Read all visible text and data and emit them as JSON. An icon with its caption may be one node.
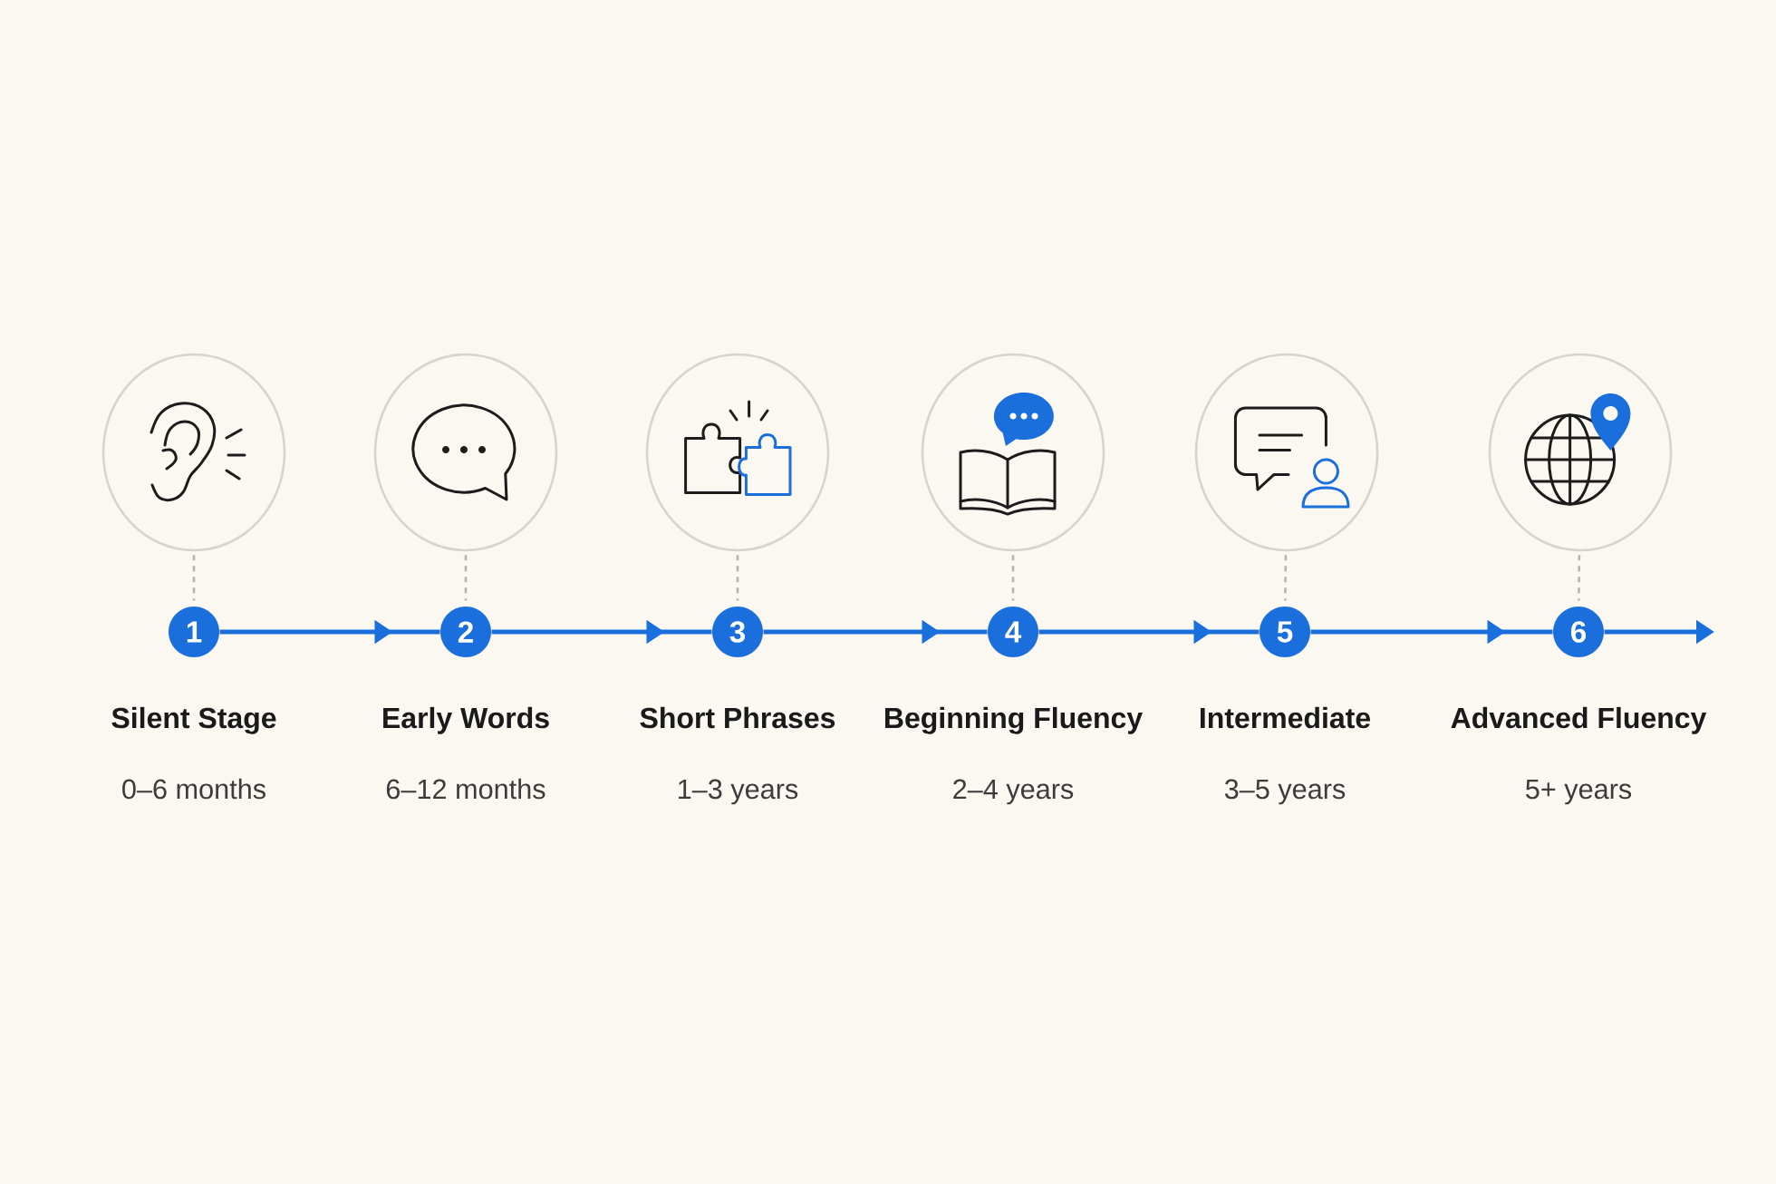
{
  "diagram": {
    "nodes": [
      {
        "text": [],
        "shape": "circle"
      },
      {
        "text": [],
        "shape": "circle"
      },
      {
        "text": [],
        "shape": "circle"
      },
      {
        "text": [],
        "shape": "circle"
      },
      {
        "text": [],
        "shape": "circle"
      },
      {
        "text": [],
        "shape": "circle"
      },
      {
        "text": [
          "1"
        ],
        "beside": [
          "Silent Stage",
          "0–6 months"
        ]
      },
      {
        "text": [
          "2"
        ],
        "beside": [
          "Early Words",
          "6–12 months"
        ]
      },
      {
        "text": [
          "3"
        ],
        "beside": [
          "Short Phrases",
          "1–3 years"
        ]
      },
      {
        "text": [
          "4"
        ],
        "beside": [
          "Beginning Fluency",
          "2–4 years"
        ]
      },
      {
        "text": [
          "5"
        ],
        "beside": [
          "Intermediate",
          "3–5 years"
        ]
      },
      {
        "text": [
          "6"
        ],
        "beside": [
          "Advanced Fluency",
          "5+ years"
        ]
      }
    ],
    "edges": [
      {
        "from": 0,
        "to": 6,
        "arrow": "none",
        "style": "dashed",
        "color": "#b8b4ad"
      },
      {
        "from": 1,
        "to": 7,
        "arrow": "none",
        "style": "dashed",
        "color": "#b8b4ad"
      },
      {
        "from": 2,
        "to": 8,
        "arrow": "none",
        "style": "dashed",
        "color": "#b8b4ad"
      },
      {
        "from": 3,
        "to": 9,
        "arrow": "none",
        "style": "dashed",
        "color": "#b8b4ad"
      },
      {
        "from": 4,
        "to": 10,
        "arrow": "none",
        "style": "dashed",
        "color": "#b8b4ad"
      },
      {
        "from": 5,
        "to": 11,
        "arrow": "none",
        "style": "dashed",
        "color": "#b8b4ad"
      },
      {
        "from": 6,
        "to": 7,
        "arrow": "to",
        "color": "#1a6fdd"
      },
      {
        "from": 7,
        "to": 8,
        "arrow": "to",
        "color": "#1a6fdd"
      },
      {
        "from": 8,
        "to": 9,
        "arrow": "to",
        "color": "#1a6fdd"
      },
      {
        "from": 9,
        "to": 10,
        "arrow": "to",
        "color": "#1a6fdd"
      },
      {
        "from": 10,
        "to": 11,
        "arrow": "to",
        "color": "#1a6fdd"
      },
      {
        "from": 11,
        "to": null,
        "arrow": "to",
        "color": "#1a6fdd"
      }
    ]
  }
}
